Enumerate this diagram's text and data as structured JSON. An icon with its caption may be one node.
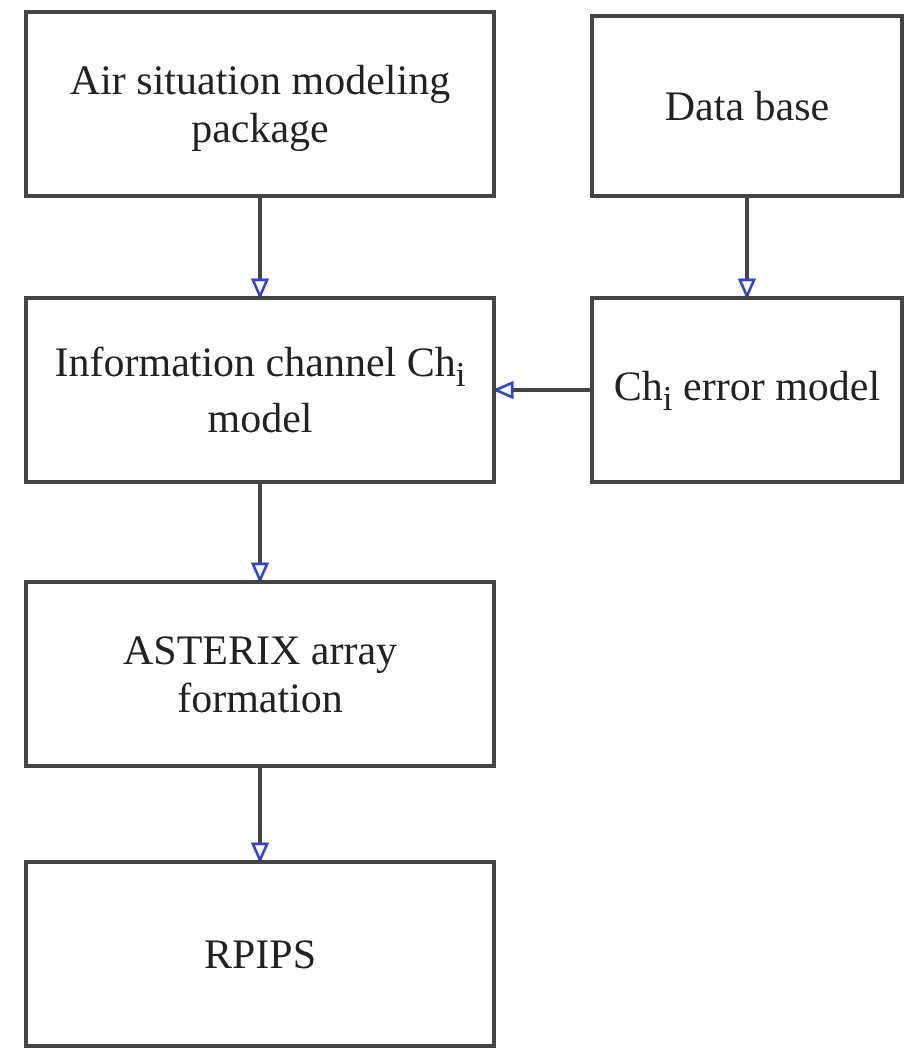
{
  "diagram": {
    "nodes": [
      {
        "text": [
          "Air situation modeling package"
        ]
      },
      {
        "text": [
          "Data base"
        ]
      },
      {
        "text": [
          "Information channel Ch$_{i}$ model"
        ]
      },
      {
        "text": [
          "Ch$_{i}$ error model"
        ]
      },
      {
        "text": [
          "ASTERIX array formation"
        ]
      },
      {
        "text": [
          "RPIPS"
        ]
      }
    ],
    "edges": [
      {
        "from": 0,
        "to": 2,
        "arrow": "to"
      },
      {
        "from": 1,
        "to": 3,
        "arrow": "to"
      },
      {
        "from": 3,
        "to": 2,
        "arrow": "to"
      },
      {
        "from": 2,
        "to": 4,
        "arrow": "to"
      },
      {
        "from": 4,
        "to": 5,
        "arrow": "to"
      }
    ]
  }
}
